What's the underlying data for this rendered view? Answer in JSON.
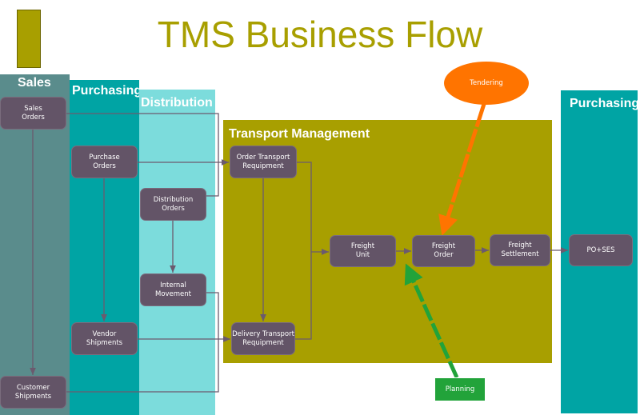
{
  "title": "TMS Business Flow",
  "colors": {
    "olive": "#a89f00",
    "sales": "#5a8c8c",
    "purchasing": "#00a4a4",
    "distribution": "#7cdcdc",
    "node": "#635467",
    "tendering": "#ff7400",
    "planning": "#22a33a"
  },
  "lanes": {
    "sales": "Sales",
    "purchasing": "Purchasing",
    "distribution": "Distribution",
    "transport": "Transport Management",
    "purchasing_right": "Purchasing"
  },
  "nodes": {
    "sales_orders": "Sales\nOrders",
    "purchase_orders": "Purchase\nOrders",
    "distribution_orders": "Distribution\nOrders",
    "internal_movement": "Internal\nMovement",
    "vendor_shipments": "Vendor\nShipments",
    "customer_shipments": "Customer\nShipments",
    "order_transport": "Order Transport\nRequipment",
    "delivery_transport": "Delivery Transport\nRequipment",
    "freight_unit": "Freight\nUnit",
    "freight_order": "Freight\nOrder",
    "freight_settlement": "Freight\nSettlement",
    "po_ses": "PO+SES",
    "tendering": "Tendering",
    "planning": "Planning"
  }
}
